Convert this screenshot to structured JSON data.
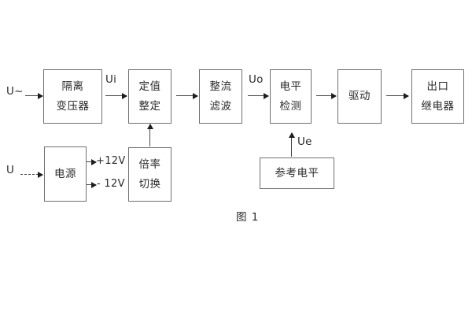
{
  "figure": {
    "caption": "图 1",
    "blocks": [
      {
        "id": "isolation-transformer",
        "lines": [
          "隔离",
          "变压器"
        ]
      },
      {
        "id": "setting-value",
        "lines": [
          "定值",
          "整定"
        ]
      },
      {
        "id": "rectify-filter",
        "lines": [
          "整流",
          "滤波"
        ]
      },
      {
        "id": "level-detection",
        "lines": [
          "电平",
          "检测"
        ]
      },
      {
        "id": "drive",
        "lines": [
          "驱动"
        ]
      },
      {
        "id": "output-relay",
        "lines": [
          "出口",
          "继电器"
        ]
      },
      {
        "id": "power-supply",
        "lines": [
          "电源"
        ]
      },
      {
        "id": "multiplier-switch",
        "lines": [
          "倍率",
          "切换"
        ]
      },
      {
        "id": "reference-level",
        "lines": [
          "参考电平"
        ]
      }
    ],
    "signals": {
      "input_ac": "U~",
      "input_dc": "U",
      "ui": "Ui",
      "uo": "Uo",
      "ue": "Ue",
      "rail_positive": "+12V",
      "rail_negative": "- 12V"
    },
    "colors": {
      "box_border": "#6e7072",
      "text": "#2b2b2b",
      "arrow": "#4a4a4a",
      "background": "#ffffff"
    }
  }
}
